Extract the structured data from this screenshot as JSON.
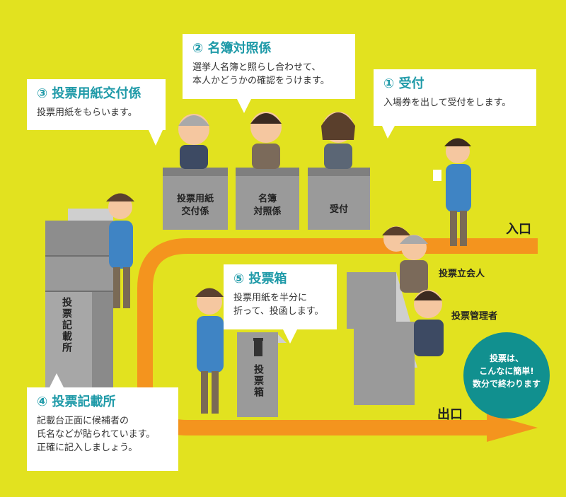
{
  "colors": {
    "background": "#e2e21f",
    "route": "#f4941e",
    "accent": "#1f9aa8",
    "badge": "#11908f",
    "desk": "#9a9a9a"
  },
  "steps": {
    "reception": {
      "title": "① 受付",
      "body": [
        "入場券を出して受付をします。"
      ]
    },
    "roll_check": {
      "title": "② 名簿対照係",
      "body": [
        "選挙人名簿と照らし合わせて、",
        "本人かどうかの確認をうけます。"
      ]
    },
    "ballot_issue": {
      "title": "③ 投票用紙交付係",
      "body": [
        "投票用紙をもらいます。"
      ]
    },
    "booth": {
      "title": "④ 投票記載所",
      "body": [
        "記載台正面に候補者の",
        "氏名などが貼られています。",
        "正確に記入しましょう。"
      ]
    },
    "ballot_box": {
      "title": "⑤ 投票箱",
      "body": [
        "投票用紙を半分に",
        "折って、投函します。"
      ]
    }
  },
  "desks": {
    "ballot_issue": [
      "投票用紙",
      "交付係"
    ],
    "roll_check": [
      "名簿",
      "対照係"
    ],
    "reception": [
      "受付"
    ]
  },
  "labels": {
    "booth_vertical": "投票記載所",
    "box_vertical": "投票箱",
    "entrance": "入口",
    "exit": "出口",
    "witness": "投票立会人",
    "manager": "投票管理者"
  },
  "badge": [
    "投票は、",
    "こんなに簡単!",
    "数分で終わります"
  ]
}
